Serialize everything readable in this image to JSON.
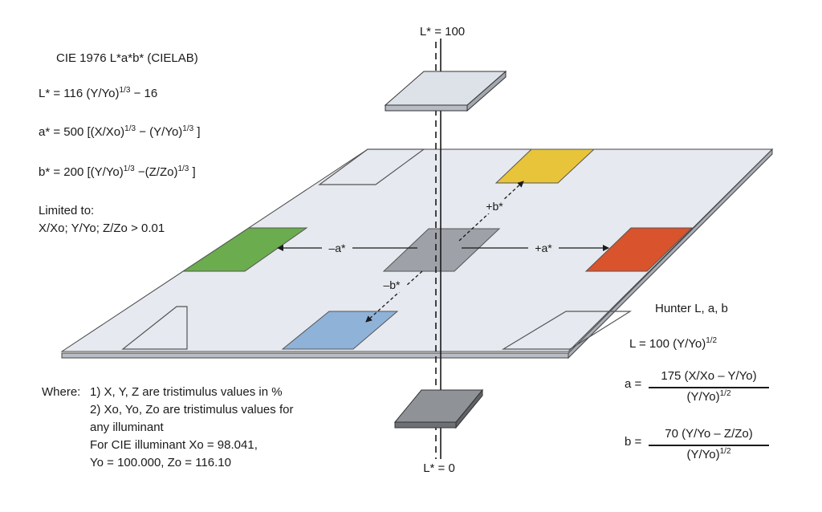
{
  "axis": {
    "top_label": "L* = 100",
    "bottom_label": "L* = 0",
    "plus_a": "+a*",
    "minus_a": "–a*",
    "plus_b": "+b*",
    "minus_b": "–b*"
  },
  "cielab": {
    "title": "CIE 1976 L*a*b* (CIELAB)",
    "l_eq": "L* = 116 (Y/Yo)",
    "l_exp": "1/3",
    "l_tail": " − 16",
    "a_eq_1": "a* = 500 [(X/Xo)",
    "a_exp_1": "1/3",
    "a_eq_2": " − (Y/Yo)",
    "a_exp_2": "1/3",
    "a_eq_3": " ]",
    "b_eq_1": "b* = 200 [(Y/Yo)",
    "b_exp_1": "1/3",
    "b_eq_2": " −(Z/Zo)",
    "b_exp_2": "1/3",
    "b_eq_3": " ]",
    "limited_1": "Limited to:",
    "limited_2": "X/Xo; Y/Yo; Z/Zo > 0.01"
  },
  "where": {
    "label": "Where:",
    "line1": "1) X, Y, Z are tristimulus values in %",
    "line2": "2) Xo, Yo, Zo are tristimulus values for",
    "line3": "any illuminant",
    "line4": "For CIE illuminant Xo = 98.041,",
    "line5": "Yo = 100.000, Zo = 116.10"
  },
  "hunter": {
    "title": "Hunter L, a, b",
    "l_eq": "L = 100 (Y/Yo)",
    "l_exp": "1/2",
    "a_lhs": "a =",
    "a_num": "175 (X/Xo – Y/Yo)",
    "a_den": "(Y/Yo)",
    "a_den_exp": "1/2",
    "b_lhs": "b =",
    "b_num": "70 (Y/Yo – Z/Zo)",
    "b_den": "(Y/Yo)",
    "b_den_exp": "1/2"
  },
  "colors": {
    "plane": "#e6e9ef",
    "gray_patch": "#9ea2a8",
    "yellow": "#e8c43a",
    "green": "#6aac4e",
    "red": "#d9532c",
    "blue": "#8fb2d8",
    "light_panel": "#dde1e8",
    "dark_panel": "#8f9398"
  }
}
